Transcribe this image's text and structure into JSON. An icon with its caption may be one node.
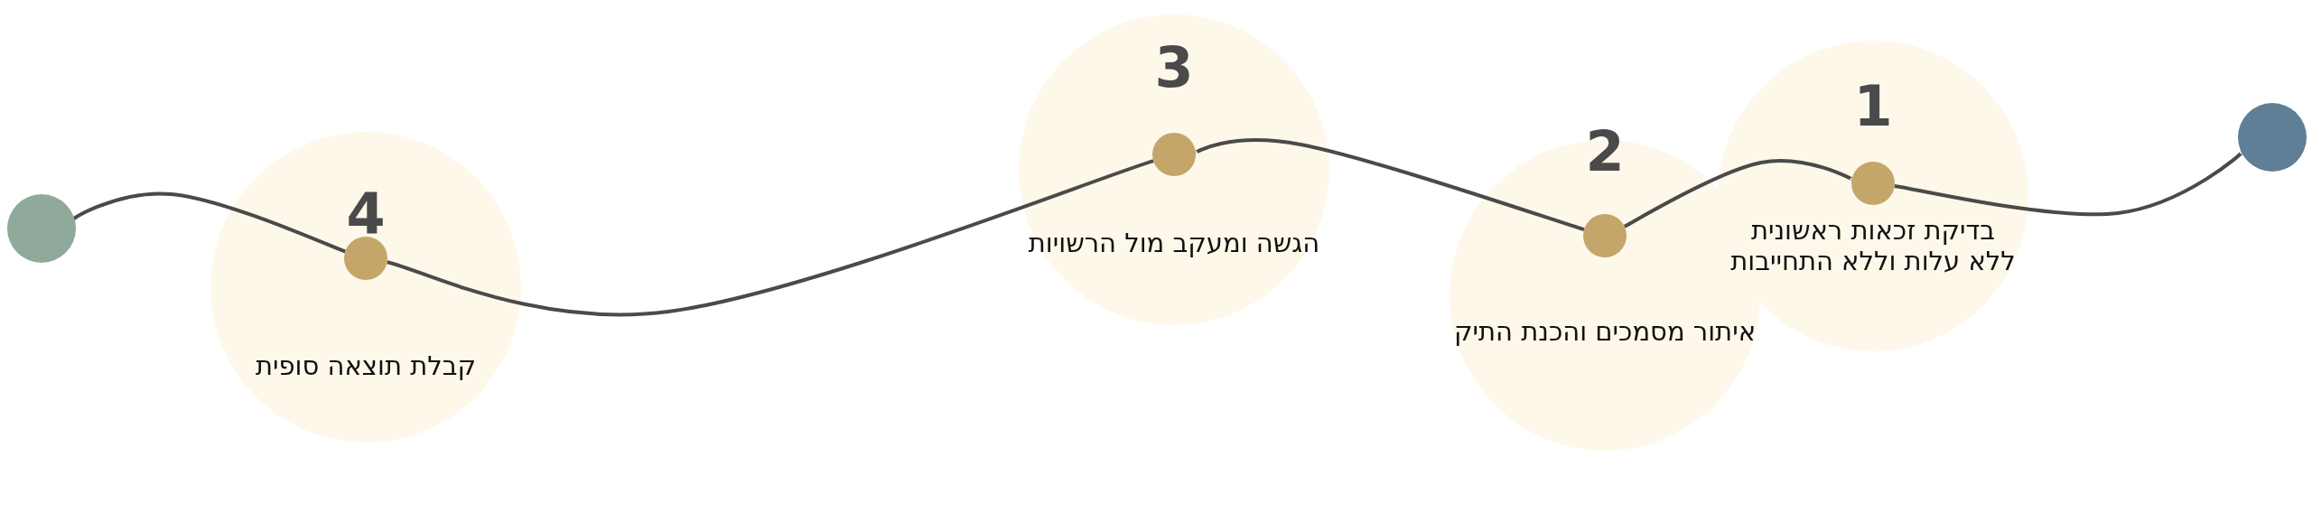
{
  "diagram": {
    "nodes": [
      {
        "text": [],
        "shape": "circle"
      },
      {
        "text": [
          "1",
          "בדיקת זכאות ראשונית ללא עלות וללא התחייבות"
        ]
      },
      {
        "text": [],
        "shape": "circle",
        "in": 1
      },
      {
        "text": [
          "2",
          "איתור מסמכים והכנת התיק"
        ]
      },
      {
        "text": [],
        "shape": "circle",
        "in": 3
      },
      {
        "text": [
          "3",
          "הגשה ומעקב מול הרשויות"
        ]
      },
      {
        "text": [],
        "shape": "circle",
        "in": 5
      },
      {
        "text": [
          "4",
          "קבלת תוצאה סופית"
        ]
      },
      {
        "text": [],
        "shape": "circle",
        "in": 7
      },
      {
        "text": [],
        "shape": "circle"
      }
    ],
    "edges": [
      {
        "from": 0,
        "to": 2,
        "arrow": "none"
      },
      {
        "from": 2,
        "to": 4,
        "arrow": "none"
      },
      {
        "from": 4,
        "to": 6,
        "arrow": "none"
      },
      {
        "from": 6,
        "to": 8,
        "arrow": "none"
      },
      {
        "from": 8,
        "to": 9,
        "arrow": "none"
      }
    ]
  }
}
